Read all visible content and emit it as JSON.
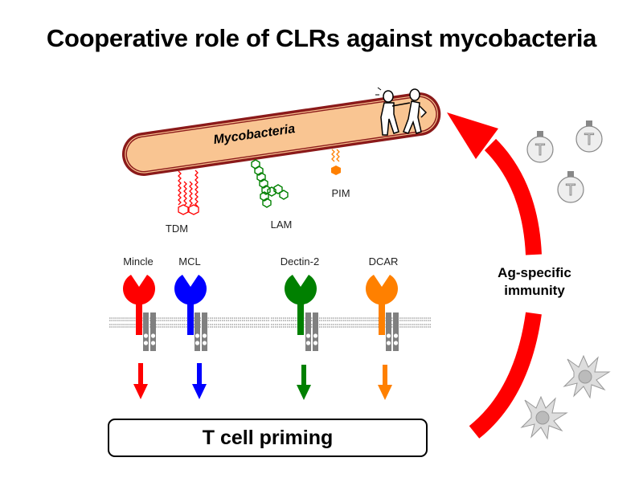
{
  "title": "Cooperative role of CLRs against mycobacteria",
  "bacterium": {
    "label": "Mycobacteria",
    "fill": "#F9C592",
    "border": "#8B1A1A"
  },
  "ligands": [
    {
      "name": "TDM",
      "color": "#FF0000"
    },
    {
      "name": "LAM",
      "color": "#008000"
    },
    {
      "name": "PIM",
      "color": "#FF8000"
    }
  ],
  "receptors": [
    {
      "name": "Mincle",
      "color": "#FF0000",
      "signal_arrow": true
    },
    {
      "name": "MCL",
      "color": "#0000FF",
      "signal_arrow": true
    },
    {
      "name": "Dectin-2",
      "color": "#008000",
      "signal_arrow": true
    },
    {
      "name": "DCAR",
      "color": "#FF8000",
      "signal_arrow": true
    }
  ],
  "outcome_box": {
    "label": "T cell priming"
  },
  "feedback_arrow": {
    "label": "Ag-specific immunity",
    "line1": "Ag-specific",
    "line2": "immunity",
    "color": "#FF0000"
  },
  "t_cells": {
    "count": 3,
    "letter": "T"
  },
  "dendritic_cells": {
    "count": 2
  },
  "fighting_figures": {
    "icon": "fighting-people-icon"
  }
}
